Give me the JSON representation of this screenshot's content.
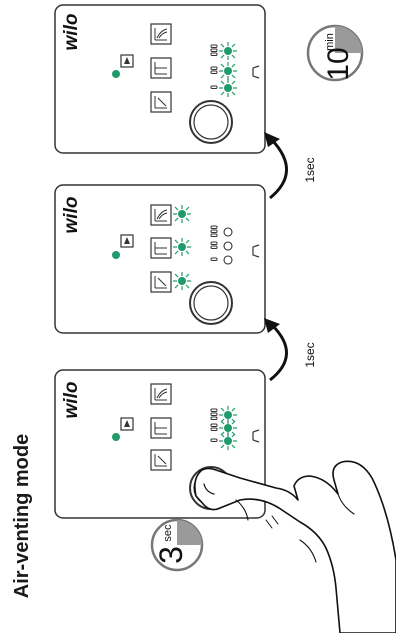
{
  "title": "Air-venting mode",
  "brand": "wilo",
  "timers": {
    "start": {
      "value": "3",
      "unit": "sec"
    },
    "end": {
      "value": "10",
      "unit": "min"
    }
  },
  "arrows": [
    {
      "label": "1sec"
    },
    {
      "label": "1sec"
    }
  ],
  "colors": {
    "led_green": "#1f9a6a",
    "outline": "#333333",
    "timer_fill": "#9a9a9a"
  },
  "icons": [
    "lock-icon",
    "speed-curve-icon",
    "constant-pressure-icon",
    "variable-pressure-icon",
    "pump-button-icon",
    "finger-icon"
  ]
}
